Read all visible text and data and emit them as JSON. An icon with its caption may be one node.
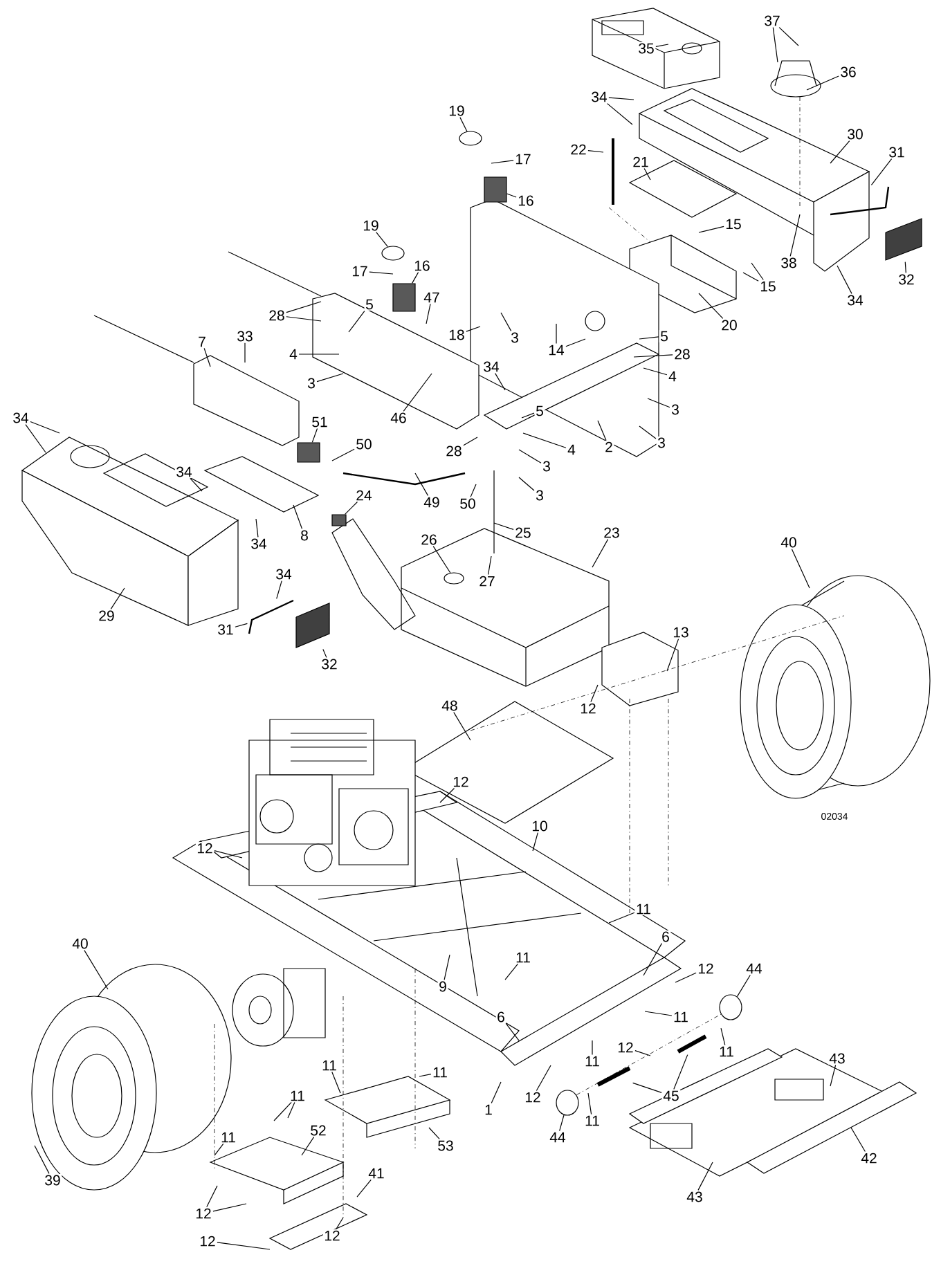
{
  "diagram": {
    "nodes": [
      {
        "text": [
          "35"
        ]
      },
      {
        "text": [
          "37"
        ]
      },
      {
        "text": [
          "36"
        ]
      },
      {
        "text": [
          "34"
        ]
      },
      {
        "text": [
          "19"
        ]
      },
      {
        "text": [
          "30"
        ]
      },
      {
        "text": [
          "22"
        ]
      },
      {
        "text": [
          "31"
        ]
      },
      {
        "text": [
          "17"
        ]
      },
      {
        "text": [
          "21"
        ]
      },
      {
        "text": [
          "16"
        ]
      },
      {
        "text": [
          "15"
        ]
      },
      {
        "text": [
          "19"
        ]
      },
      {
        "text": [
          "38"
        ]
      },
      {
        "text": [
          "17"
        ]
      },
      {
        "text": [
          "16"
        ]
      },
      {
        "text": [
          "32"
        ]
      },
      {
        "text": [
          "15"
        ]
      },
      {
        "text": [
          "34"
        ]
      },
      {
        "text": [
          "47"
        ]
      },
      {
        "text": [
          "5"
        ]
      },
      {
        "text": [
          "28"
        ]
      },
      {
        "text": [
          "20"
        ]
      },
      {
        "text": [
          "18"
        ]
      },
      {
        "text": [
          "3"
        ]
      },
      {
        "text": [
          "5"
        ]
      },
      {
        "text": [
          "7"
        ]
      },
      {
        "text": [
          "33"
        ]
      },
      {
        "text": [
          "14"
        ]
      },
      {
        "text": [
          "4"
        ]
      },
      {
        "text": [
          "28"
        ]
      },
      {
        "text": [
          "34"
        ]
      },
      {
        "text": [
          "4"
        ]
      },
      {
        "text": [
          "3"
        ]
      },
      {
        "text": [
          "3"
        ]
      },
      {
        "text": [
          "5"
        ]
      },
      {
        "text": [
          "34"
        ]
      },
      {
        "text": [
          "46"
        ]
      },
      {
        "text": [
          "51"
        ]
      },
      {
        "text": [
          "2"
        ]
      },
      {
        "text": [
          "3"
        ]
      },
      {
        "text": [
          "50"
        ]
      },
      {
        "text": [
          "4"
        ]
      },
      {
        "text": [
          "28"
        ]
      },
      {
        "text": [
          "3"
        ]
      },
      {
        "text": [
          "34"
        ]
      },
      {
        "text": [
          "3"
        ]
      },
      {
        "text": [
          "24"
        ]
      },
      {
        "text": [
          "49"
        ]
      },
      {
        "text": [
          "50"
        ]
      },
      {
        "text": [
          "25"
        ]
      },
      {
        "text": [
          "23"
        ]
      },
      {
        "text": [
          "8"
        ]
      },
      {
        "text": [
          "34"
        ]
      },
      {
        "text": [
          "26"
        ]
      },
      {
        "text": [
          "40"
        ]
      },
      {
        "text": [
          "34"
        ]
      },
      {
        "text": [
          "27"
        ]
      },
      {
        "text": [
          "29"
        ]
      },
      {
        "text": [
          "31"
        ]
      },
      {
        "text": [
          "13"
        ]
      },
      {
        "text": [
          "32"
        ]
      },
      {
        "text": [
          "48"
        ]
      },
      {
        "text": [
          "12"
        ]
      },
      {
        "text": [
          "12"
        ]
      },
      {
        "text": [
          "10"
        ]
      },
      {
        "text": [
          "12"
        ]
      },
      {
        "text": [
          "11"
        ]
      },
      {
        "text": [
          "6"
        ]
      },
      {
        "text": [
          "40"
        ]
      },
      {
        "text": [
          "11"
        ]
      },
      {
        "text": [
          "12"
        ]
      },
      {
        "text": [
          "44"
        ]
      },
      {
        "text": [
          "9"
        ]
      },
      {
        "text": [
          "11"
        ]
      },
      {
        "text": [
          "6"
        ]
      },
      {
        "text": [
          "12"
        ]
      },
      {
        "text": [
          "11"
        ]
      },
      {
        "text": [
          "43"
        ]
      },
      {
        "text": [
          "11"
        ]
      },
      {
        "text": [
          "11"
        ]
      },
      {
        "text": [
          "11"
        ]
      },
      {
        "text": [
          "45"
        ]
      },
      {
        "text": [
          "11"
        ]
      },
      {
        "text": [
          "12"
        ]
      },
      {
        "text": [
          "1"
        ]
      },
      {
        "text": [
          "11"
        ]
      },
      {
        "text": [
          "52"
        ]
      },
      {
        "text": [
          "44"
        ]
      },
      {
        "text": [
          "11"
        ]
      },
      {
        "text": [
          "53"
        ]
      },
      {
        "text": [
          "42"
        ]
      },
      {
        "text": [
          "41"
        ]
      },
      {
        "text": [
          "39"
        ]
      },
      {
        "text": [
          "43"
        ]
      },
      {
        "text": [
          "12"
        ]
      },
      {
        "text": [
          "12"
        ]
      },
      {
        "text": [
          "12"
        ]
      },
      {
        "text": [],
        "shape": "circle"
      },
      {
        "text": [],
        "shape": "circle"
      },
      {
        "text": [],
        "shape": "box"
      },
      {
        "text": [],
        "shape": "box"
      },
      {
        "text": [],
        "shape": "box"
      },
      {
        "text": [],
        "shape": "box"
      },
      {
        "text": [],
        "shape": "circle"
      },
      {
        "text": [],
        "shape": "circle"
      },
      {
        "text": [],
        "shape": "circle"
      },
      {
        "text": [],
        "shape": "bar"
      },
      {
        "text": [],
        "shape": "box"
      },
      {
        "text": [],
        "shape": "bar"
      },
      {
        "text": [],
        "shape": "box"
      },
      {
        "text": [],
        "shape": "bar"
      },
      {
        "text": [],
        "shape": "bar"
      }
    ],
    "edges": [
      {
        "from": 0,
        "to": null,
        "arrow": "none"
      },
      {
        "from": 1,
        "to": null,
        "arrow": "none"
      },
      {
        "from": 1,
        "to": null,
        "arrow": "none"
      },
      {
        "from": 2,
        "to": null,
        "arrow": "none"
      },
      {
        "from": 3,
        "to": null,
        "arrow": "none"
      },
      {
        "from": 3,
        "to": null,
        "arrow": "none"
      },
      {
        "from": 4,
        "to": 98,
        "arrow": "none"
      },
      {
        "from": 5,
        "to": null,
        "arrow": "none"
      },
      {
        "from": 6,
        "to": null,
        "arrow": "none"
      },
      {
        "from": 7,
        "to": 107,
        "arrow": "none"
      },
      {
        "from": 8,
        "to": null,
        "arrow": "none"
      },
      {
        "from": 9,
        "to": null,
        "arrow": "none"
      },
      {
        "from": 10,
        "to": 100,
        "arrow": "none"
      },
      {
        "from": 11,
        "to": null,
        "arrow": "none"
      },
      {
        "from": 12,
        "to": 99,
        "arrow": "none"
      },
      {
        "from": 13,
        "to": null,
        "arrow": "none"
      },
      {
        "from": 14,
        "to": null,
        "arrow": "none"
      },
      {
        "from": 15,
        "to": 101,
        "arrow": "none"
      },
      {
        "from": 16,
        "to": 108,
        "arrow": "none"
      },
      {
        "from": 17,
        "to": null,
        "arrow": "none"
      },
      {
        "from": 17,
        "to": null,
        "arrow": "none"
      },
      {
        "from": 18,
        "to": null,
        "arrow": "none"
      },
      {
        "from": 19,
        "to": null,
        "arrow": "none"
      },
      {
        "from": 20,
        "to": null,
        "arrow": "none"
      },
      {
        "from": 21,
        "to": null,
        "arrow": "none"
      },
      {
        "from": 21,
        "to": null,
        "arrow": "none"
      },
      {
        "from": 22,
        "to": null,
        "arrow": "none"
      },
      {
        "from": 23,
        "to": null,
        "arrow": "none"
      },
      {
        "from": 24,
        "to": null,
        "arrow": "none"
      },
      {
        "from": 25,
        "to": null,
        "arrow": "none"
      },
      {
        "from": 26,
        "to": null,
        "arrow": "none"
      },
      {
        "from": 27,
        "to": null,
        "arrow": "none"
      },
      {
        "from": 28,
        "to": null,
        "arrow": "none"
      },
      {
        "from": 28,
        "to": null,
        "arrow": "none"
      },
      {
        "from": 29,
        "to": null,
        "arrow": "none"
      },
      {
        "from": 30,
        "to": null,
        "arrow": "none"
      },
      {
        "from": 31,
        "to": null,
        "arrow": "none"
      },
      {
        "from": 32,
        "to": null,
        "arrow": "none"
      },
      {
        "from": 33,
        "to": null,
        "arrow": "none"
      },
      {
        "from": 34,
        "to": null,
        "arrow": "none"
      },
      {
        "from": 35,
        "to": null,
        "arrow": "none"
      },
      {
        "from": 36,
        "to": null,
        "arrow": "none"
      },
      {
        "from": 36,
        "to": null,
        "arrow": "none"
      },
      {
        "from": 37,
        "to": null,
        "arrow": "none"
      },
      {
        "from": 38,
        "to": 102,
        "arrow": "none"
      },
      {
        "from": 39,
        "to": null,
        "arrow": "none"
      },
      {
        "from": 40,
        "to": null,
        "arrow": "none"
      },
      {
        "from": 41,
        "to": null,
        "arrow": "none"
      },
      {
        "from": 42,
        "to": null,
        "arrow": "none"
      },
      {
        "from": 43,
        "to": null,
        "arrow": "none"
      },
      {
        "from": 44,
        "to": null,
        "arrow": "none"
      },
      {
        "from": 45,
        "to": null,
        "arrow": "none"
      },
      {
        "from": 46,
        "to": null,
        "arrow": "none"
      },
      {
        "from": 47,
        "to": 103,
        "arrow": "none"
      },
      {
        "from": 48,
        "to": null,
        "arrow": "none"
      },
      {
        "from": 49,
        "to": null,
        "arrow": "none"
      },
      {
        "from": 50,
        "to": null,
        "arrow": "none"
      },
      {
        "from": 51,
        "to": null,
        "arrow": "none"
      },
      {
        "from": 52,
        "to": null,
        "arrow": "none"
      },
      {
        "from": 53,
        "to": null,
        "arrow": "none"
      },
      {
        "from": 54,
        "to": 104,
        "arrow": "none"
      },
      {
        "from": 55,
        "to": null,
        "arrow": "none"
      },
      {
        "from": 56,
        "to": 109,
        "arrow": "none"
      },
      {
        "from": 57,
        "to": null,
        "arrow": "none"
      },
      {
        "from": 58,
        "to": null,
        "arrow": "none"
      },
      {
        "from": 59,
        "to": 109,
        "arrow": "none"
      },
      {
        "from": 60,
        "to": null,
        "arrow": "none"
      },
      {
        "from": 61,
        "to": 110,
        "arrow": "none"
      },
      {
        "from": 62,
        "to": null,
        "arrow": "none"
      },
      {
        "from": 63,
        "to": null,
        "arrow": "none"
      },
      {
        "from": 64,
        "to": null,
        "arrow": "none"
      },
      {
        "from": 65,
        "to": null,
        "arrow": "none"
      },
      {
        "from": 66,
        "to": null,
        "arrow": "none"
      },
      {
        "from": 67,
        "to": null,
        "arrow": "none"
      },
      {
        "from": 68,
        "to": null,
        "arrow": "none"
      },
      {
        "from": 69,
        "to": null,
        "arrow": "none"
      },
      {
        "from": 70,
        "to": null,
        "arrow": "none"
      },
      {
        "from": 71,
        "to": null,
        "arrow": "none"
      },
      {
        "from": 72,
        "to": 105,
        "arrow": "none"
      },
      {
        "from": 73,
        "to": null,
        "arrow": "none"
      },
      {
        "from": 74,
        "to": null,
        "arrow": "none"
      },
      {
        "from": 75,
        "to": null,
        "arrow": "none"
      },
      {
        "from": 76,
        "to": null,
        "arrow": "none"
      },
      {
        "from": 77,
        "to": null,
        "arrow": "none"
      },
      {
        "from": 78,
        "to": null,
        "arrow": "none"
      },
      {
        "from": 79,
        "to": null,
        "arrow": "none"
      },
      {
        "from": 80,
        "to": null,
        "arrow": "none"
      },
      {
        "from": 81,
        "to": null,
        "arrow": "none"
      },
      {
        "from": 82,
        "to": 111,
        "arrow": "none"
      },
      {
        "from": 82,
        "to": 112,
        "arrow": "none"
      },
      {
        "from": 83,
        "to": null,
        "arrow": "none"
      },
      {
        "from": 83,
        "to": null,
        "arrow": "none"
      },
      {
        "from": 84,
        "to": null,
        "arrow": "none"
      },
      {
        "from": 85,
        "to": null,
        "arrow": "none"
      },
      {
        "from": 86,
        "to": null,
        "arrow": "none"
      },
      {
        "from": 87,
        "to": null,
        "arrow": "none"
      },
      {
        "from": 88,
        "to": 106,
        "arrow": "none"
      },
      {
        "from": 89,
        "to": null,
        "arrow": "none"
      },
      {
        "from": 90,
        "to": null,
        "arrow": "none"
      },
      {
        "from": 91,
        "to": null,
        "arrow": "none"
      },
      {
        "from": 92,
        "to": null,
        "arrow": "none"
      },
      {
        "from": 93,
        "to": null,
        "arrow": "none"
      },
      {
        "from": 94,
        "to": null,
        "arrow": "none"
      },
      {
        "from": 95,
        "to": null,
        "arrow": "none"
      },
      {
        "from": 95,
        "to": null,
        "arrow": "none"
      },
      {
        "from": 96,
        "to": null,
        "arrow": "none"
      },
      {
        "from": 97,
        "to": null,
        "arrow": "none"
      }
    ],
    "labels": [
      "02034"
    ]
  }
}
